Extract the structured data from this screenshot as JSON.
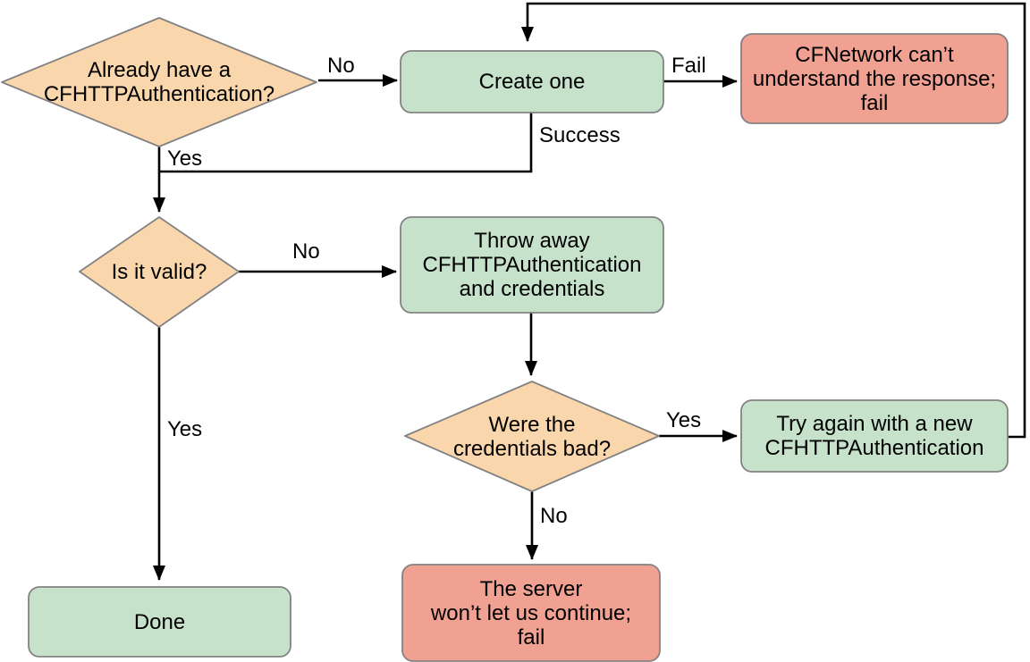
{
  "diagram": {
    "type": "flowchart",
    "background": "#ffffff",
    "colors": {
      "decision_fill": "#FAD6AC",
      "process_fill": "#C7E2CA",
      "fail_fill": "#F0A192",
      "shape_border": "#828282",
      "connector": "#000000",
      "text": "#000000"
    },
    "nodes": {
      "already_have": {
        "type": "decision",
        "label": "Already have a\nCFHTTPAuthentication?"
      },
      "create_one": {
        "type": "process",
        "label": "Create one"
      },
      "cfnetwork_fail": {
        "type": "fail",
        "label": "CFNetwork can’t\nunderstand the response;\nfail"
      },
      "is_it_valid": {
        "type": "decision",
        "label": "Is it valid?"
      },
      "throw_away": {
        "type": "process",
        "label": "Throw away\nCFHTTPAuthentication\nand credentials"
      },
      "credentials_bad": {
        "type": "decision",
        "label": "Were the\ncredentials bad?"
      },
      "try_again": {
        "type": "process",
        "label": "Try again with a new\nCFHTTPAuthentication"
      },
      "done": {
        "type": "process",
        "label": "Done"
      },
      "server_fail": {
        "type": "fail",
        "label": "The server\nwon’t let us continue;\nfail"
      }
    },
    "edges": [
      {
        "from": "already_have",
        "to": "create_one",
        "label": "No"
      },
      {
        "from": "already_have",
        "to": "is_it_valid",
        "label": "Yes"
      },
      {
        "from": "create_one",
        "to": "cfnetwork_fail",
        "label": "Fail"
      },
      {
        "from": "create_one",
        "to": "is_it_valid",
        "label": "Success"
      },
      {
        "from": "is_it_valid",
        "to": "throw_away",
        "label": "No"
      },
      {
        "from": "is_it_valid",
        "to": "done",
        "label": "Yes"
      },
      {
        "from": "throw_away",
        "to": "credentials_bad",
        "label": ""
      },
      {
        "from": "credentials_bad",
        "to": "try_again",
        "label": "Yes"
      },
      {
        "from": "credentials_bad",
        "to": "server_fail",
        "label": "No"
      },
      {
        "from": "try_again",
        "to": "create_one",
        "label": ""
      }
    ]
  }
}
